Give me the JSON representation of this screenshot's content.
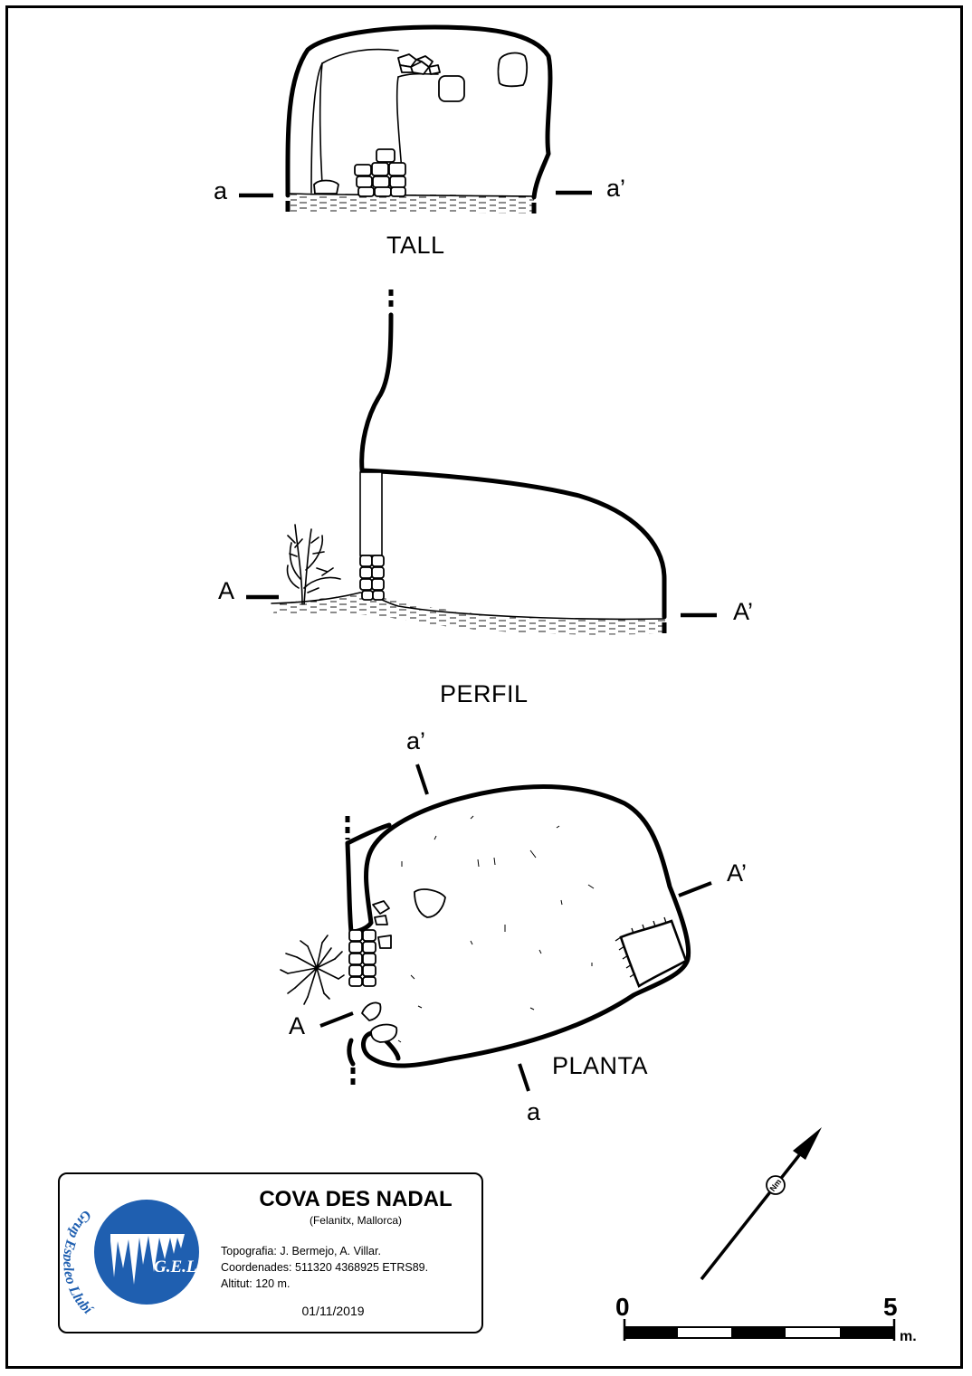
{
  "sections": {
    "tall": {
      "title": "TALL",
      "left_marker": "a",
      "right_marker": "a’"
    },
    "perfil": {
      "title": "PERFIL",
      "left_marker": "A",
      "right_marker": "A’"
    },
    "planta": {
      "title": "PLANTA",
      "marker_a": "a",
      "marker_a_prime": "a’",
      "marker_A": "A",
      "marker_A_prime": "A’"
    }
  },
  "north_arrow": {
    "label": "Nm"
  },
  "scale_bar": {
    "start_label": "0",
    "end_label": "5",
    "unit": "m."
  },
  "legend": {
    "cave_name": "COVA DES NADAL",
    "location": "(Felanitx, Mallorca)",
    "survey": "Topografia: J. Bermejo, A. Villar.",
    "coordinates": "Coordenades: 511320 4368925 ETRS89.",
    "altitude": "Altitut: 120 m.",
    "date": "01/11/2019",
    "logo_text": "G.E.LL.",
    "logo_arc_text": "Grup Espeleo Llubí",
    "logo_color": "#1f5fb0"
  }
}
